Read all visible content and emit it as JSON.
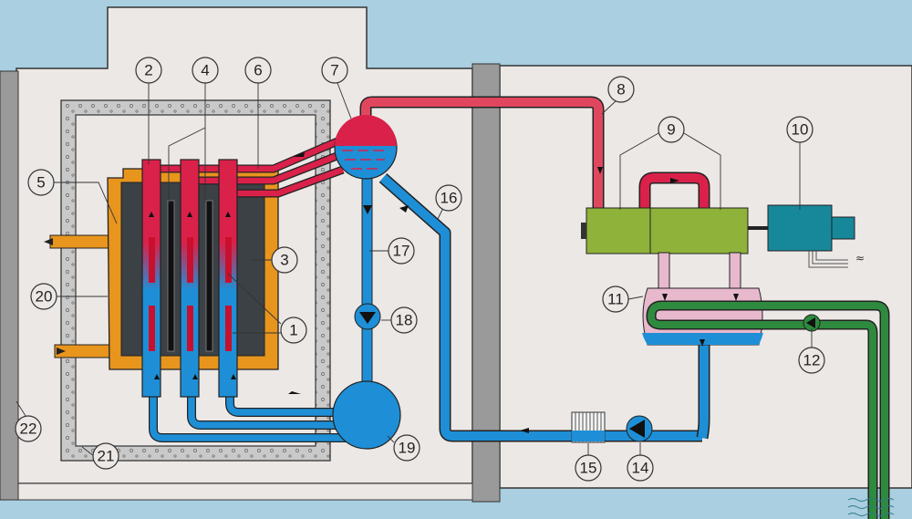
{
  "labels": {
    "n1": "1",
    "n2": "2",
    "n3": "3",
    "n4": "4",
    "n5": "5",
    "n6": "6",
    "n7": "7",
    "n8": "8",
    "n9": "9",
    "n10": "10",
    "n11": "11",
    "n12": "12",
    "n14": "14",
    "n15": "15",
    "n16": "16",
    "n17": "17",
    "n18": "18",
    "n19": "19",
    "n20": "20",
    "n21": "21",
    "n22": "22"
  },
  "colors": {
    "steam": "#d9214a",
    "water": "#1e8fd6",
    "vessel": "#e8951e",
    "moderator": "#3c4146",
    "turbine": "#8fb23a",
    "generator": "#17879a",
    "cooling": "#2e8a3e",
    "condensate_steam": "#e8b8cc",
    "background": "#a9cfe0",
    "building": "#ece8e6"
  }
}
